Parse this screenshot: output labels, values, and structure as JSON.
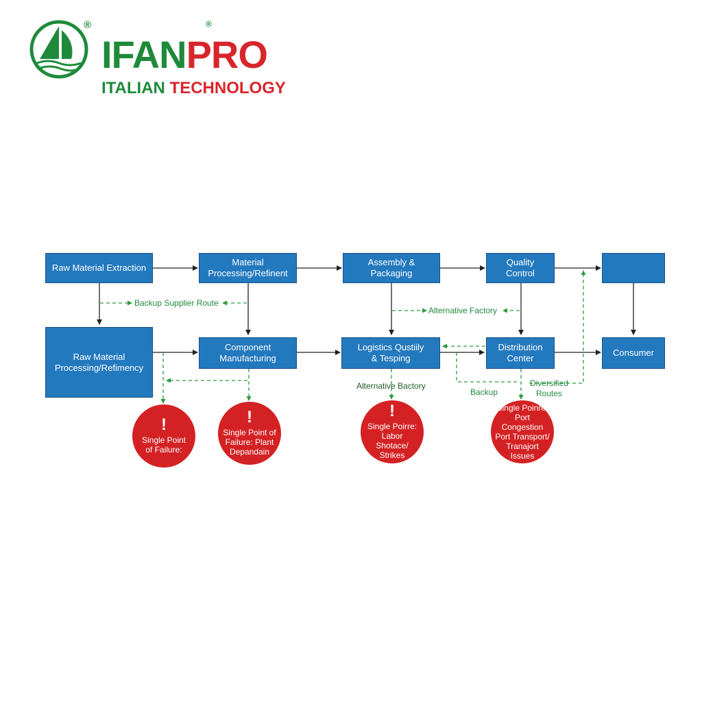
{
  "logo": {
    "registered": "®",
    "brand_part1": "IFAN",
    "brand_part2": "PRO",
    "tagline_part1": "ITALIAN",
    "tagline_part2": "TECHNOLOGY",
    "colors": {
      "green": "#1e8a3a",
      "red": "#d7262b"
    }
  },
  "nodes": {
    "raw_extraction": "Raw Material Extraction",
    "material_processing": "Material\nProcessing/Refinent",
    "assembly": "Assembly & Packaging",
    "quality_control": "Quality\nControl",
    "top_right": "",
    "raw_processing": "Raw Material\nProcessing/Refimency",
    "component_mfg": "Component\nManufacturing",
    "logistics": "Logistics Qustiily\n& Tesping",
    "distribution": "Distribution\nCenter",
    "consumer": "Consumer"
  },
  "edge_labels": {
    "backup_supplier": "Backup Supplier Route",
    "alternative_factory": "Alternative Factory",
    "alternative_bactory": "Alternative Bactory",
    "backup": "Backup",
    "diversified": "Diversified\nRoutes"
  },
  "risks": [
    {
      "icon": "!",
      "text": "Single Point\nof Failure:"
    },
    {
      "icon": "!",
      "text": "Single Point of\nFailure: Plant\nDepandain"
    },
    {
      "icon": "!",
      "text": "Single Poirre:\nLabor Shotace/\nStrikes"
    },
    {
      "icon": "",
      "text": "Single Poinre:\nPort Congestion\nPort Transport/\nTranajort Issues"
    }
  ],
  "colors": {
    "node_fill": "#2379be",
    "node_border": "#1a4f82",
    "risk_fill": "#d42224",
    "dashed": "#2a9a3e",
    "solid": "#222222"
  }
}
